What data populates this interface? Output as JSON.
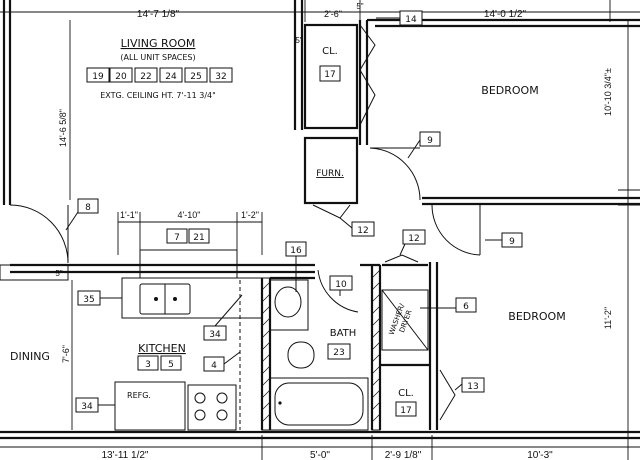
{
  "dimensions": {
    "top_living": "14'-7 1/8\"",
    "top_closet": "2'-6\"",
    "top_small": "5\"",
    "top_bedroom": "14'-0 1/2\"",
    "left_living": "14'-6 5/8\"",
    "right_bedroom1": "10'-10 3/4\"±",
    "right_bedroom2": "11'-2\"",
    "left_dining": "7'-6\"",
    "mid_5": "5\"",
    "cab_left": "1'-1\"",
    "cab_mid": "4'-10\"",
    "cab_right": "1'-2\"",
    "bottom_1": "13'-11 1/2\"",
    "bottom_2": "5'-0\"",
    "bottom_3": "2'-9 1/8\"",
    "bottom_4": "10'-3\""
  },
  "rooms": {
    "living_title": "LIVING ROOM",
    "living_sub": "(ALL UNIT SPACES)",
    "living_units": [
      "19",
      "20",
      "22",
      "24",
      "25",
      "32"
    ],
    "living_ceiling": "EXTG. CEILING HT. 7'-11 3/4\"",
    "bedroom1": "BEDROOM",
    "bedroom2": "BEDROOM",
    "closet1": "CL.",
    "closet1_tag": "17",
    "closet2": "CL.",
    "closet2_tag": "17",
    "furnace": "FURN.",
    "bath": "BATH",
    "bath_tag": "23",
    "kitchen": "KITCHEN",
    "kitchen_units": [
      "3",
      "5"
    ],
    "dining": "DINING",
    "refrigerator": "REFG.",
    "washer_line1": "WASHER/",
    "washer_line2": "DRYER",
    "cabinet_units": [
      "7",
      "21"
    ]
  },
  "tags": {
    "t14": "14",
    "t9a": "9",
    "t9b": "9",
    "t8": "8",
    "t12a": "12",
    "t12b": "12",
    "t16": "16",
    "t10": "10",
    "t6": "6",
    "t35": "35",
    "t34a": "34",
    "t34b": "34",
    "t4": "4",
    "t13": "13"
  }
}
